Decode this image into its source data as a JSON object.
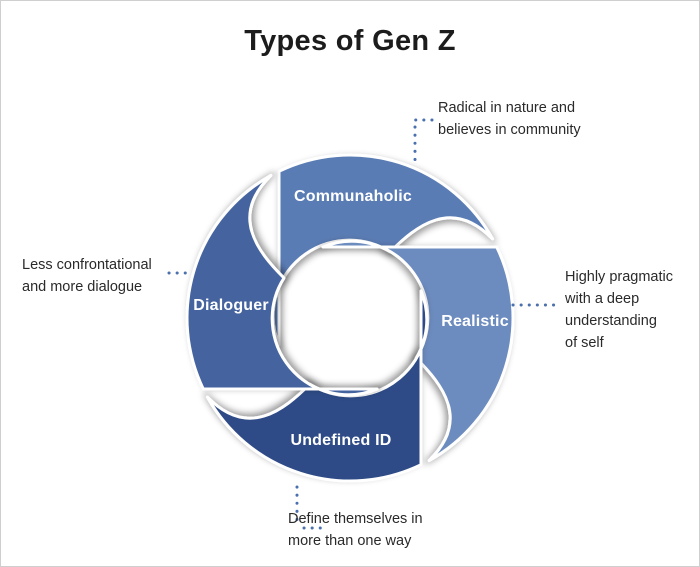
{
  "title": "Types of Gen Z",
  "theme": {
    "background": "#ffffff",
    "frame_border_color": "#cfcfcf",
    "title_color": "#1c1c1c",
    "annotation_text_color": "#2a2a2a",
    "leader_dot_color": "#4a70ad",
    "segment_label_color": "#ffffff"
  },
  "segments": [
    {
      "label": "Communaholic",
      "position": "top",
      "color": "#5a7cb4",
      "description": "Radical in nature and believes in community"
    },
    {
      "label": "Realistic",
      "position": "right",
      "color": "#6c8bbe",
      "description": "Highly pragmatic with a deep understanding of self"
    },
    {
      "label": "Undefined ID",
      "position": "bottom",
      "color": "#2d4b87",
      "description": "Define themselves in more than one way"
    },
    {
      "label": "Dialoguer",
      "position": "left",
      "color": "#45649f",
      "description": "Less confrontational and more dialogue"
    }
  ],
  "annotations": {
    "top": {
      "lines": [
        "Radical in nature and",
        "believes in community"
      ]
    },
    "right": {
      "lines": [
        "Highly pragmatic",
        "with a deep",
        "understanding",
        "of self"
      ]
    },
    "bottom": {
      "lines": [
        "Define themselves in",
        "more than one way"
      ]
    },
    "left": {
      "lines": [
        "Less confrontational",
        "and more dialogue"
      ]
    }
  }
}
